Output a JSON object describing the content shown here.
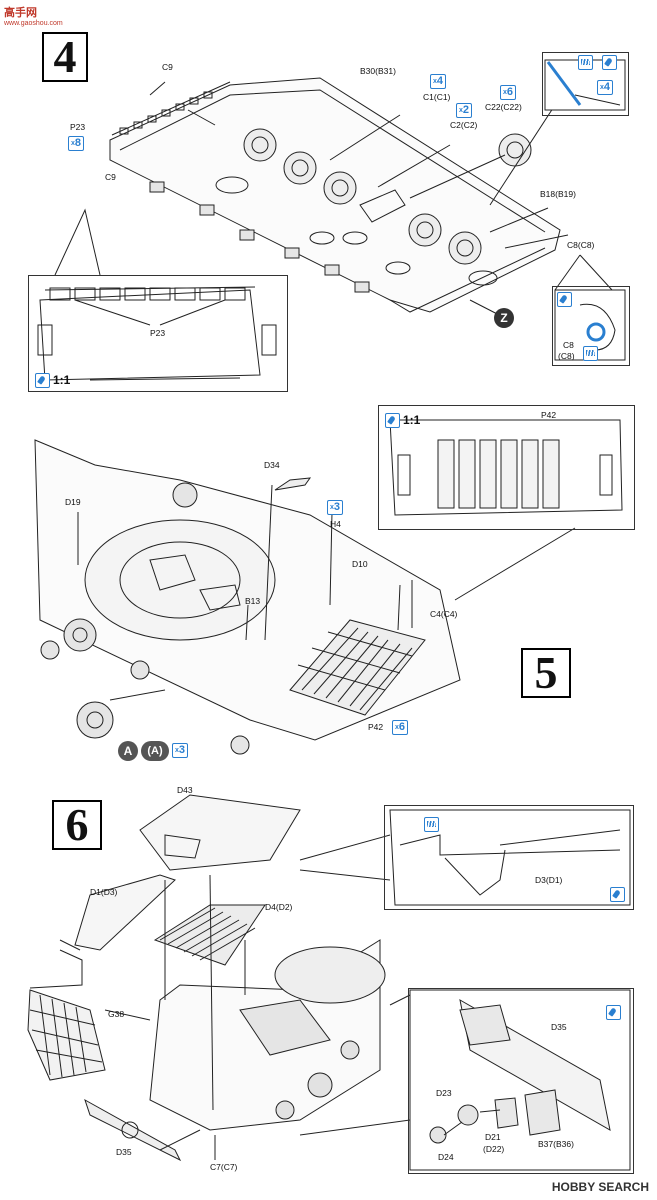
{
  "watermark": {
    "site": "高手网",
    "site_url": "www.gaoshou.com",
    "source": "HOBBY SEARCH"
  },
  "steps": [
    {
      "number": "4"
    },
    {
      "number": "5"
    },
    {
      "number": "6"
    }
  ],
  "step4": {
    "labels": {
      "c9_top": "C9",
      "b30": "B30(B31)",
      "c1": "C1(C1)",
      "c2": "C2(C2)",
      "c22": "C22(C22)",
      "p23": "P23",
      "c9_left": "C9",
      "b18": "B18(B19)",
      "c8": "C8(C8)",
      "p23_detail": "P23",
      "c8_detail_a": "C8",
      "c8_detail_b": "(C8)"
    },
    "quantities": {
      "c1": "4",
      "c2": "2",
      "c22": "6",
      "p23": "8",
      "corner": "4"
    },
    "circle_marker": "Z",
    "detail_scale": "1:1"
  },
  "step5": {
    "labels": {
      "p42_detail": "P42",
      "d34": "D34",
      "d19": "D19",
      "h4": "H4",
      "d10": "D10",
      "c4": "C4(C4)",
      "b13": "B13",
      "p42": "P42"
    },
    "quantities": {
      "h4": "3",
      "p42": "6",
      "wheel": "3"
    },
    "detail_scale": "1:1",
    "wheel_markers": [
      "A",
      "(A)"
    ]
  },
  "step6": {
    "labels": {
      "d43": "D43",
      "d1": "D1(D3)",
      "d4": "D4(D2)",
      "d3": "D3(D1)",
      "g38": "G38",
      "d35": "D35",
      "c7": "C7(C7)",
      "d35_detail": "D35",
      "d23": "D23",
      "d24": "D24",
      "d21": "D21",
      "d22": "(D22)",
      "b37": "B37(B36)"
    }
  },
  "colors": {
    "accent": "#2a7fd0",
    "ink": "#111111"
  }
}
